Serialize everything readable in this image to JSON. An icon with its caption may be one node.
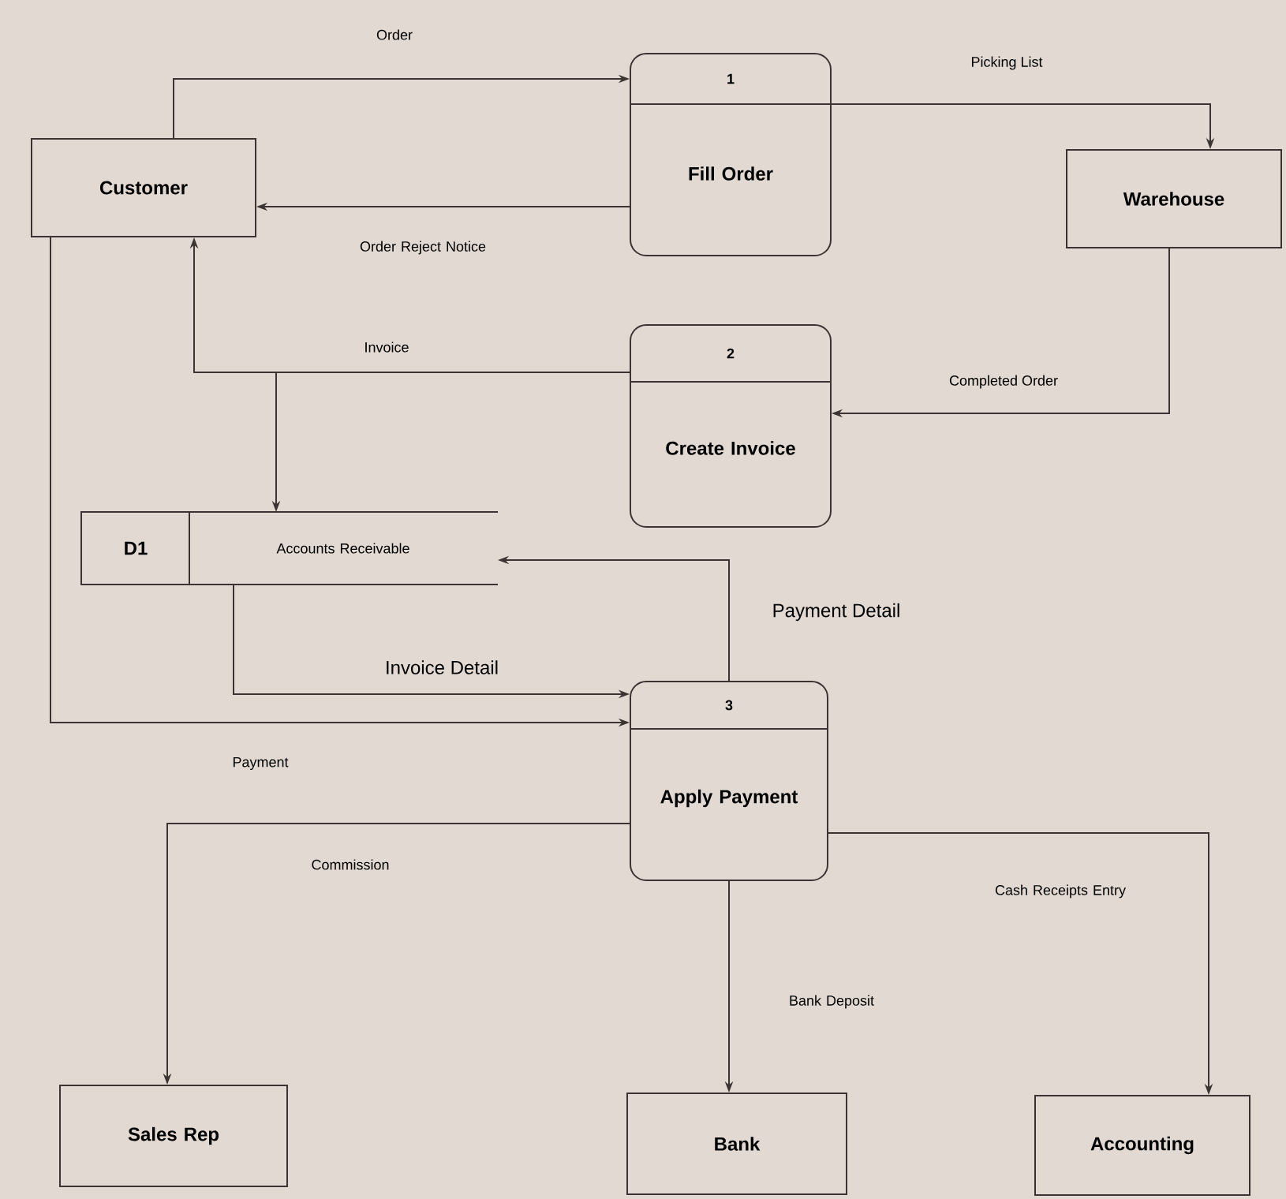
{
  "diagram": {
    "nodes": [
      {
        "text": [
          "Customer"
        ]
      },
      {
        "text": [
          "1",
          "Fill Order"
        ]
      },
      {
        "text": [
          "Warehouse"
        ]
      },
      {
        "text": [
          "2",
          "Create Invoice"
        ]
      },
      {
        "text": [
          "D1",
          "Accounts Receivable"
        ]
      },
      {
        "text": [
          "3",
          "Apply Payment"
        ]
      },
      {
        "text": [
          "Sales Rep"
        ]
      },
      {
        "text": [
          "Bank"
        ]
      },
      {
        "text": [
          "Accounting"
        ]
      }
    ],
    "edges": [
      {
        "from": 0,
        "to": 1,
        "arrow": "to",
        "label": "Order"
      },
      {
        "from": 1,
        "to": 0,
        "arrow": "to",
        "label": "Order Reject Notice"
      },
      {
        "from": 1,
        "to": 2,
        "arrow": "to",
        "label": "Picking List"
      },
      {
        "from": 2,
        "to": 3,
        "arrow": "to",
        "label": "Completed Order"
      },
      {
        "from": 3,
        "to": 0,
        "arrow": "to",
        "label": "Invoice"
      },
      {
        "from": 3,
        "to": 4,
        "arrow": "to"
      },
      {
        "from": 4,
        "to": 5,
        "arrow": "to",
        "label": "Invoice Detail"
      },
      {
        "from": 0,
        "to": 5,
        "arrow": "to",
        "label": "Payment"
      },
      {
        "from": 5,
        "to": 4,
        "arrow": "to",
        "label": "Payment Detail"
      },
      {
        "from": 5,
        "to": 6,
        "arrow": "to",
        "label": "Commission"
      },
      {
        "from": 5,
        "to": 7,
        "arrow": "to",
        "label": "Bank Deposit"
      },
      {
        "from": 5,
        "to": 8,
        "arrow": "to",
        "label": "Cash Receipts Entry"
      }
    ]
  }
}
